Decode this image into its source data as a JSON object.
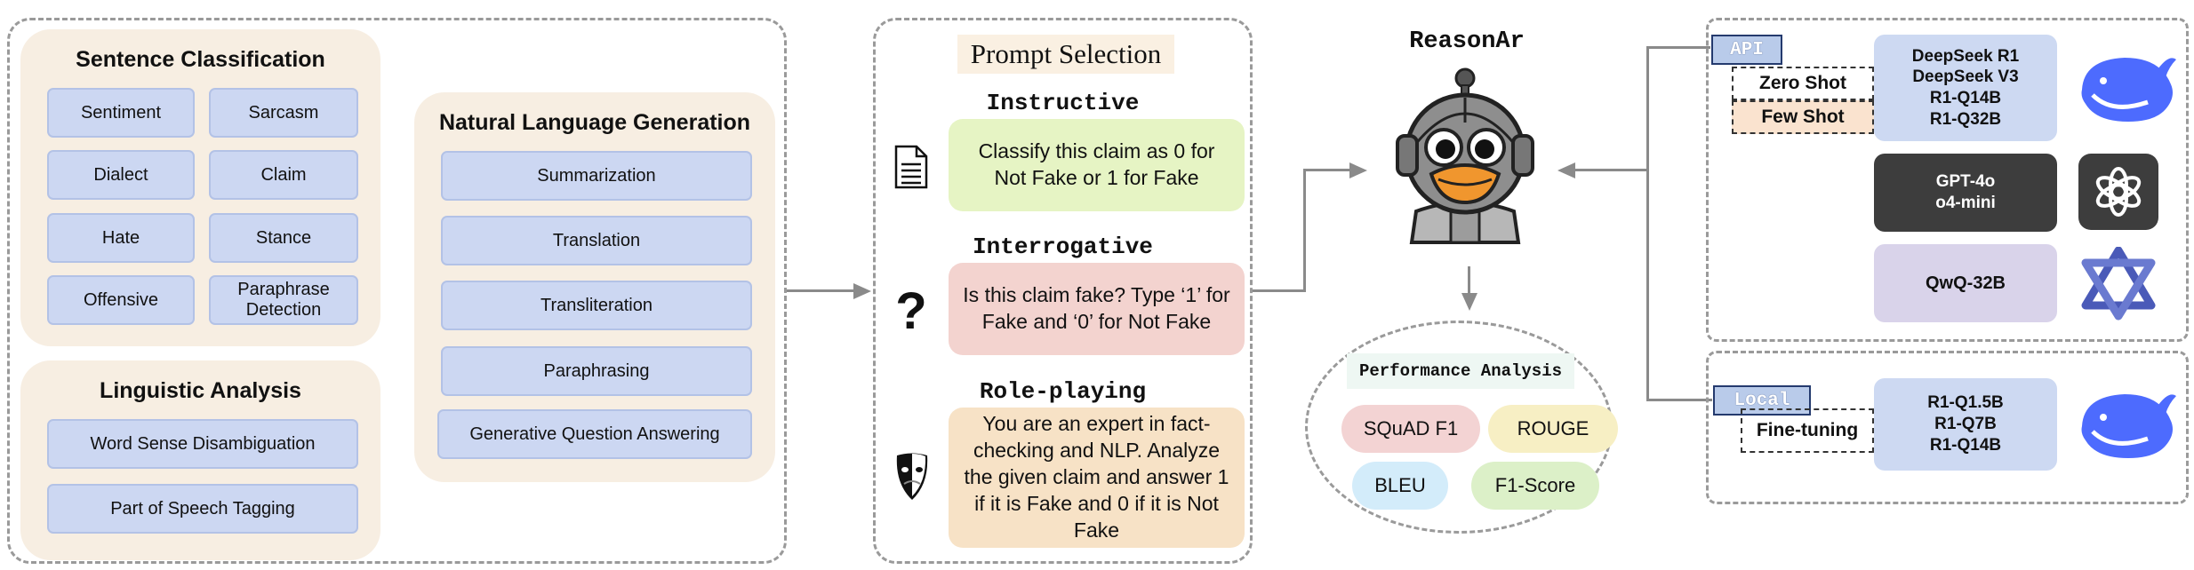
{
  "tasks": {
    "sentence_classification": {
      "title": "Sentence Classification",
      "items": [
        "Sentiment",
        "Sarcasm",
        "Dialect",
        "Claim",
        "Hate",
        "Stance",
        "Offensive",
        "Paraphrase Detection"
      ]
    },
    "linguistic_analysis": {
      "title": "Linguistic Analysis",
      "items": [
        "Word Sense Disambiguation",
        "Part of Speech Tagging"
      ]
    },
    "nlg": {
      "title": "Natural Language Generation",
      "items": [
        "Summarization",
        "Translation",
        "Transliteration",
        "Paraphrasing",
        "Generative Question Answering"
      ]
    }
  },
  "prompts": {
    "title": "Prompt Selection",
    "types": [
      {
        "name": "Instructive",
        "text": "Classify this claim as 0 for Not Fake or 1 for Fake",
        "color": "#e6f4c4",
        "icon": "document-icon"
      },
      {
        "name": "Interrogative",
        "text": "Is this claim fake? Type ‘1’ for Fake and ‘0’ for Not Fake",
        "color": "#f3d3cf",
        "icon": "question-mark-icon"
      },
      {
        "name": "Role-playing",
        "text": "You are an expert in fact-checking and NLP. Analyze the given claim and answer 1 if it is Fake and 0 if it is Not Fake",
        "color": "#f7e2c6",
        "icon": "theater-mask-icon"
      }
    ]
  },
  "center": {
    "title": "ReasonAr",
    "performance": {
      "title": "Performance Analysis",
      "metrics": [
        {
          "label": "SQuAD F1",
          "color": "#f3d3d3"
        },
        {
          "label": "ROUGE",
          "color": "#f7efc4"
        },
        {
          "label": "BLEU",
          "color": "#d3ecfa"
        },
        {
          "label": "F1-Score",
          "color": "#dcf0c8"
        }
      ]
    }
  },
  "models": {
    "api": {
      "tag": "API",
      "zero_shot": "Zero Shot",
      "few_shot": "Few Shot",
      "deepseek": [
        "DeepSeek R1",
        "DeepSeek V3",
        "R1-Q14B",
        "R1-Q32B"
      ],
      "openai": [
        "GPT-4o",
        "o4-mini"
      ],
      "qwen": [
        "QwQ-32B"
      ]
    },
    "local": {
      "tag": "Local",
      "fine_tuning": "Fine-tuning",
      "deepseek": [
        "R1-Q1.5B",
        "R1-Q7B",
        "R1-Q14B"
      ]
    }
  },
  "colors": {
    "panel": "#f7eee2",
    "chip": "#ccd7f2",
    "deepseek_blue": "#4d6bfe",
    "gpt_box": "#3d3d3d",
    "qwq_box": "#d9d3ea"
  }
}
